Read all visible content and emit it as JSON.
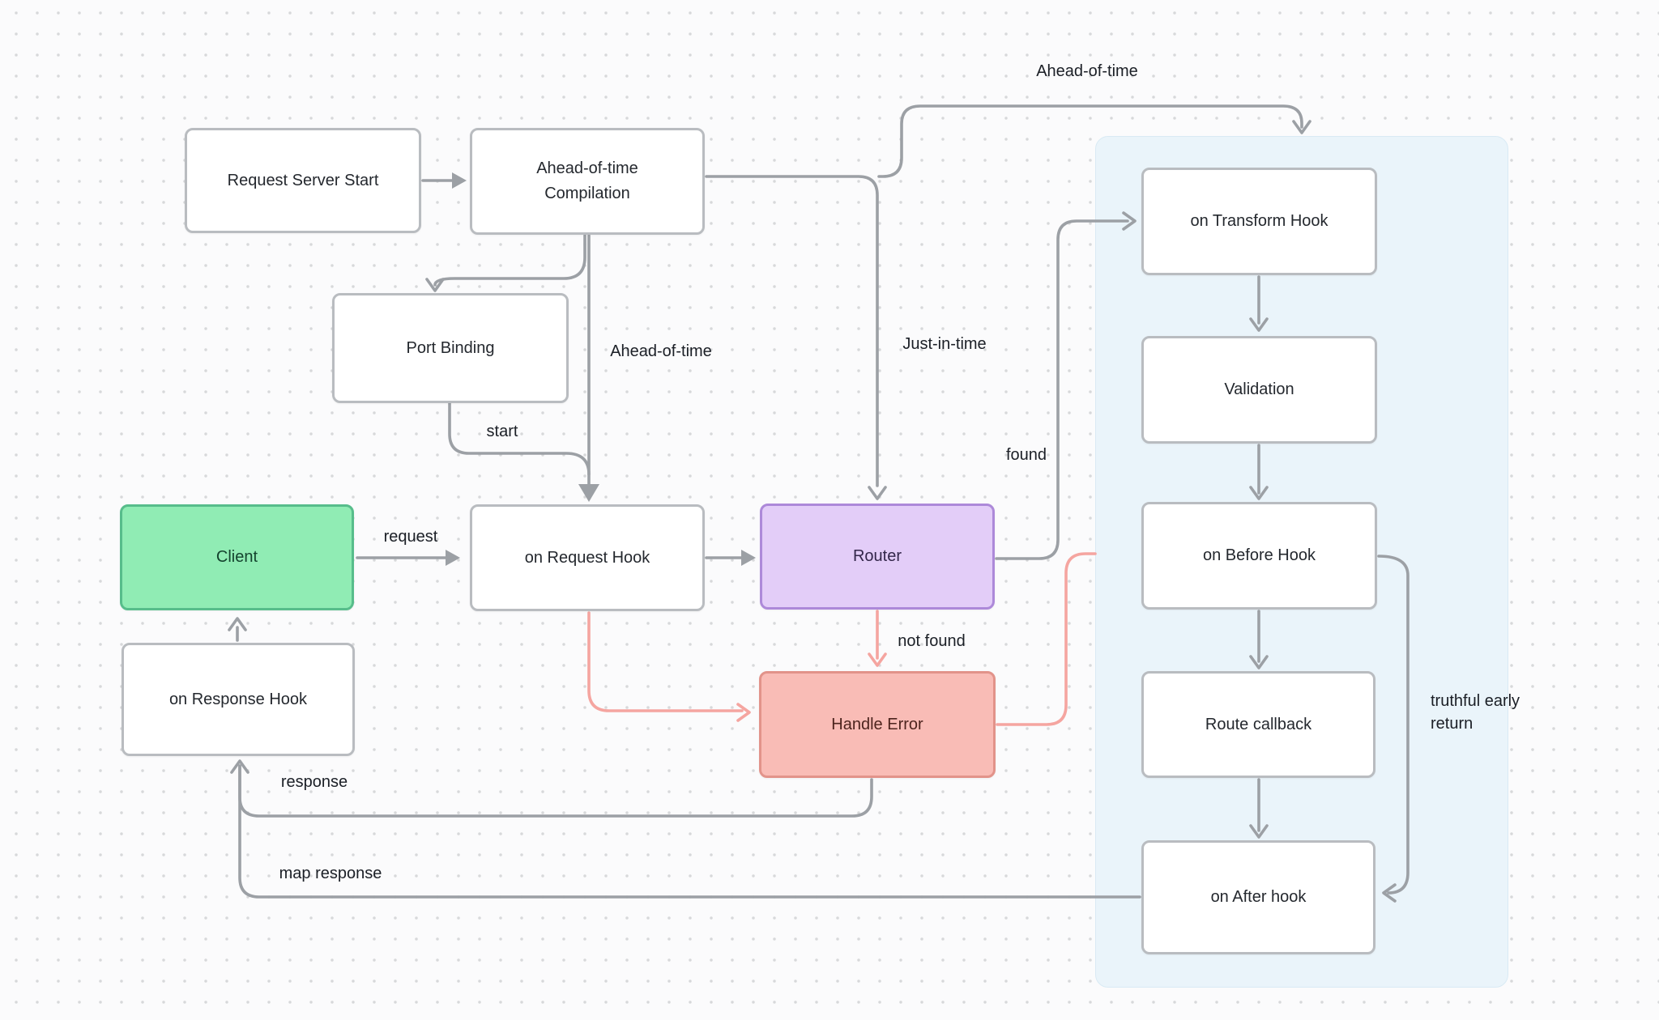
{
  "diagram": {
    "title": "Request lifecycle flowchart",
    "colors": {
      "background": "#fbfbfc",
      "grid_dot": "#d7d8da",
      "edge_gray": "#9ca0a5",
      "edge_pink": "#f5a5a0",
      "node_border": "#b9bcc0",
      "node_fill": "#ffffff",
      "node_text": "#24282e",
      "green_fill": "#90ecb4",
      "green_border": "#57bd8b",
      "green_text": "#14432e",
      "purple_fill": "#e3cdf8",
      "purple_border": "#ad89d9",
      "purple_text": "#33264a",
      "red_fill": "#f9bcb6",
      "red_border": "#e2938a",
      "red_text": "#4d241e",
      "panel_fill": "#eaf4fa",
      "panel_border": "#d9eaf4",
      "label_text": "#1b1f26"
    },
    "nodes": [
      {
        "id": "request-server-start",
        "label": "Request Server Start",
        "variant": "default"
      },
      {
        "id": "aot-compilation",
        "label": "Ahead-of-time Compilation",
        "variant": "default"
      },
      {
        "id": "port-binding",
        "label": "Port Binding",
        "variant": "default"
      },
      {
        "id": "client",
        "label": "Client",
        "variant": "green"
      },
      {
        "id": "on-request-hook",
        "label": "on Request Hook",
        "variant": "default"
      },
      {
        "id": "router",
        "label": "Router",
        "variant": "purple"
      },
      {
        "id": "handle-error",
        "label": "Handle Error",
        "variant": "red"
      },
      {
        "id": "on-response-hook",
        "label": "on Response Hook",
        "variant": "default"
      },
      {
        "id": "on-transform-hook",
        "label": "on Transform Hook",
        "variant": "default"
      },
      {
        "id": "validation",
        "label": "Validation",
        "variant": "default"
      },
      {
        "id": "on-before-hook",
        "label": "on Before Hook",
        "variant": "default"
      },
      {
        "id": "route-callback",
        "label": "Route callback",
        "variant": "default"
      },
      {
        "id": "on-after-hook",
        "label": "on After hook",
        "variant": "default"
      }
    ],
    "edge_labels": [
      {
        "id": "label-ahead-of-time-top",
        "text": "Ahead-of-time"
      },
      {
        "id": "label-ahead-of-time-mid",
        "text": "Ahead-of-time"
      },
      {
        "id": "label-just-in-time",
        "text": "Just-in-time"
      },
      {
        "id": "label-start",
        "text": "start"
      },
      {
        "id": "label-request",
        "text": "request"
      },
      {
        "id": "label-found",
        "text": "found"
      },
      {
        "id": "label-not-found",
        "text": "not found"
      },
      {
        "id": "label-response",
        "text": "response"
      },
      {
        "id": "label-map-response",
        "text": "map response"
      },
      {
        "id": "label-truthful-early-return",
        "text": "truthful early return"
      }
    ]
  }
}
